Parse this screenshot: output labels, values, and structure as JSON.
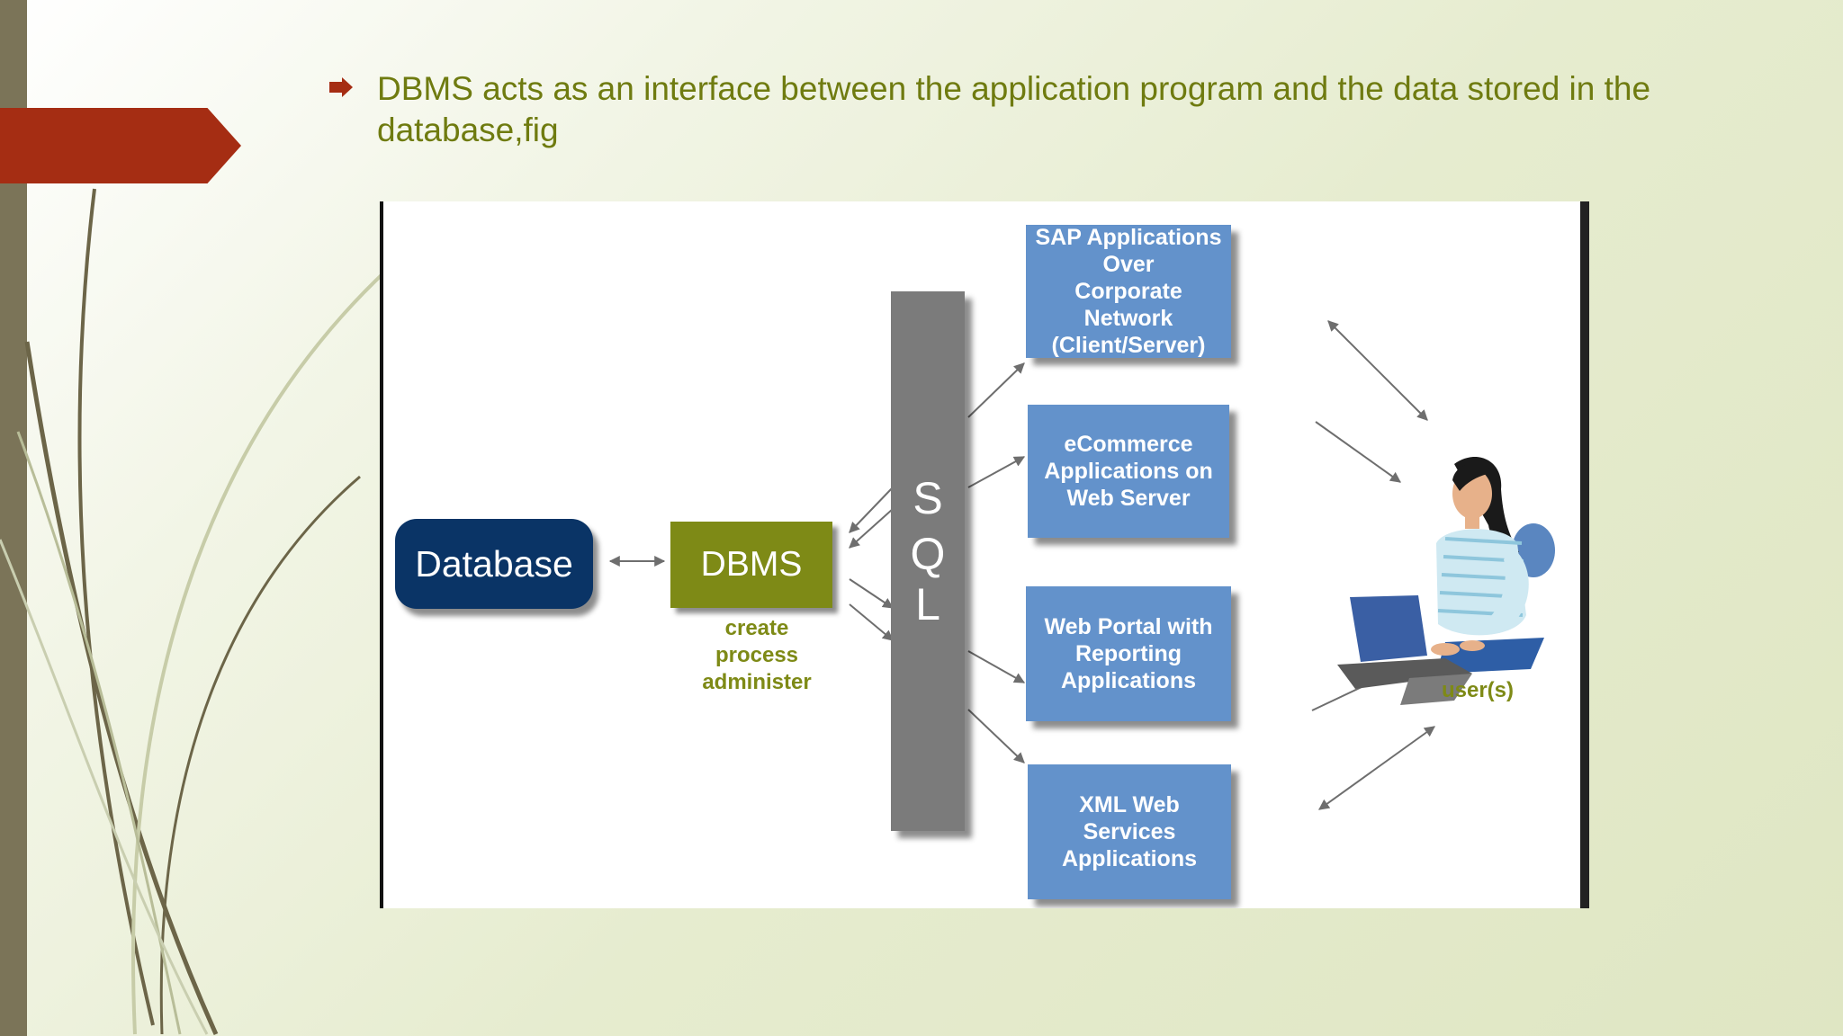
{
  "slide": {
    "bullet_text": "DBMS acts as an interface between the application program and the data stored in the database,fig"
  },
  "figure": {
    "database_label": "Database",
    "dbms_label": "DBMS",
    "dbms_caption": [
      "create",
      "process",
      "administer"
    ],
    "sql_letters": [
      "S",
      "Q",
      "L"
    ],
    "applications": [
      {
        "lines": [
          "SAP Applications Over",
          "Corporate Network",
          "(Client/Server)"
        ]
      },
      {
        "lines": [
          "eCommerce",
          "Applications on",
          "Web Server"
        ]
      },
      {
        "lines": [
          "Web Portal with",
          "Reporting",
          "Applications"
        ]
      },
      {
        "lines": [
          "XML Web Services",
          "Applications"
        ]
      }
    ],
    "user_label": "user(s)"
  },
  "colors": {
    "title_text": "#6f7b10",
    "accent_red": "#a52d13",
    "database_box": "#0a3466",
    "dbms_box": "#7e8a16",
    "sql_bar": "#7b7b7b",
    "app_box": "#6392cb"
  }
}
